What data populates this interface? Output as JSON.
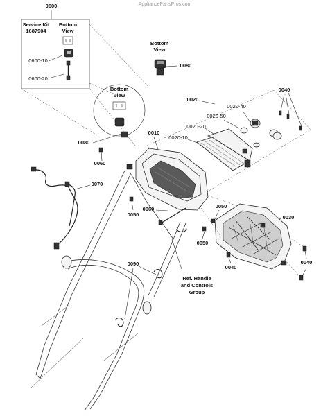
{
  "watermark": "AppliancePartsPros.com",
  "service_kit": {
    "callout": "0600",
    "title_line1": "Service Kit",
    "title_line2": "1687904",
    "bottom_view_line1": "Bottom",
    "bottom_view_line2": "View",
    "part_a": "0600-10",
    "part_b": "0600-20"
  },
  "switch_view": {
    "bottom_line1": "Bottom",
    "bottom_line2": "View",
    "callout": "0080"
  },
  "circle_view": {
    "bottom_line1": "Bottom",
    "bottom_line2": "View"
  },
  "callouts": {
    "c0080_left": "0080",
    "c0060_top": "0060",
    "c0070": "0070",
    "c0010": "0010",
    "c0020": "0020",
    "c0020_40": "0020-40",
    "c0020_50": "0020-50",
    "c0020_20": "0020-20",
    "c0020_10": "0020-10",
    "c0040_top": "0040",
    "c0030": "0030",
    "c0050_left": "0050",
    "c0060_mid": "0060",
    "c0050_right_top": "0050",
    "c0050_right_bot": "0050",
    "c0040_bot": "0040",
    "c0040_right": "0040",
    "c0090": "0090"
  },
  "ref_note": {
    "line1": "Ref. Handle",
    "line2": "and Controls",
    "line3": "Group"
  }
}
